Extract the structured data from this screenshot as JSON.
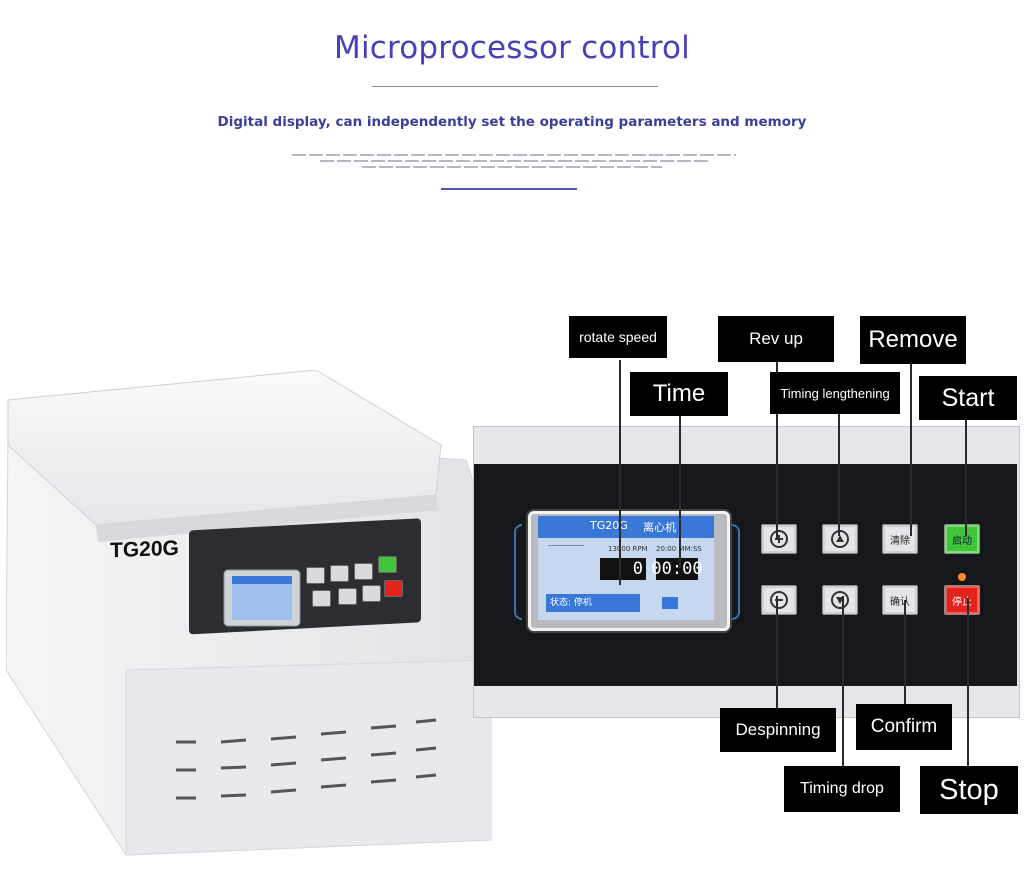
{
  "header": {
    "title": "Microprocessor control",
    "subtitle": "Digital display, can independently set the operating parameters and memory"
  },
  "device": {
    "model": "TG20G"
  },
  "callouts": {
    "rotate_speed": "rotate speed",
    "rev_up": "Rev up",
    "remove": "Remove",
    "time": "Time",
    "timing_lengthening": "Timing lengthening",
    "start": "Start",
    "despinning": "Despinning",
    "confirm": "Confirm",
    "timing_drop": "Timing drop",
    "stop": "Stop"
  },
  "screen": {
    "header_left": "TG20G",
    "header_right": "离心机",
    "speed_unit": "13000 RPM",
    "time_unit": "20:00 MM:SS",
    "speed_value": "0",
    "time_value": "00:00",
    "status": "状态: 停机"
  },
  "buttons": {
    "clear_label": "清除",
    "start_label": "启动",
    "confirm_label": "确认",
    "stop_label": "停止"
  },
  "colors": {
    "title": "#4a3fb8",
    "start_button": "#3fc43a",
    "stop_button": "#e3241d",
    "screen_header": "#3a78d8"
  }
}
